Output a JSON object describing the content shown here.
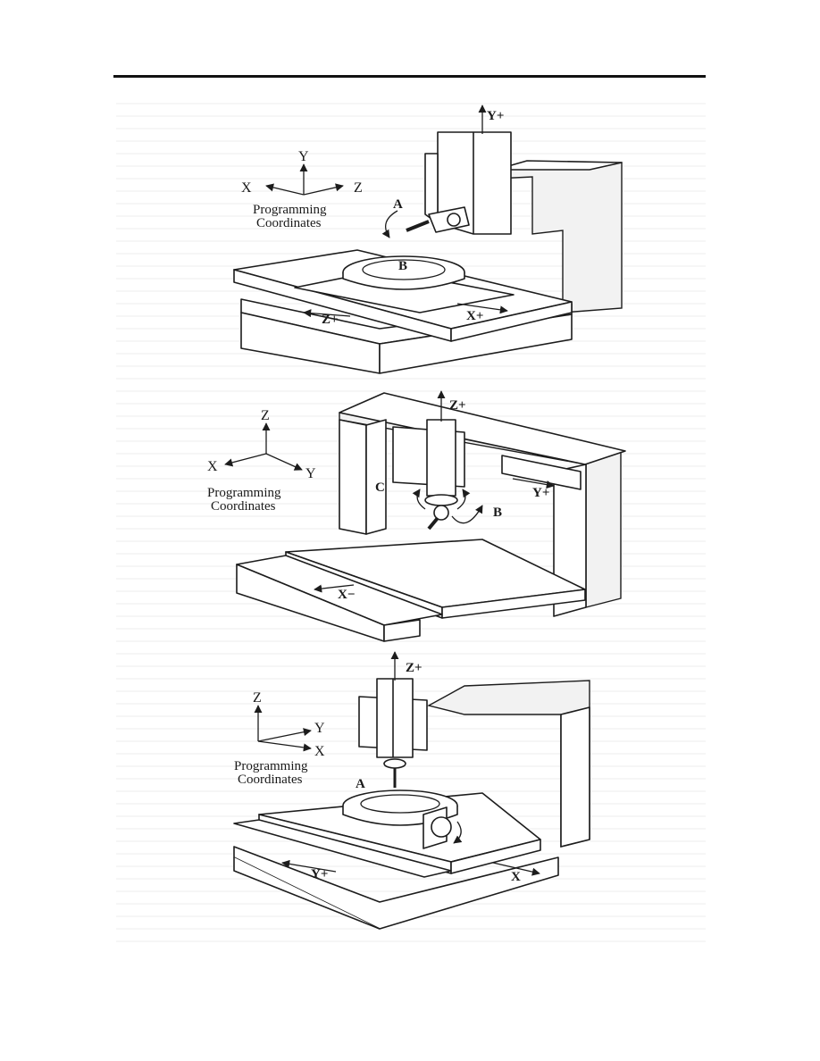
{
  "figures": [
    {
      "coord_labels": {
        "y": "Y",
        "x": "X",
        "z": "Z"
      },
      "caption": [
        "Programming",
        "Coordinates"
      ],
      "machine_labels": {
        "y_plus": "Y+",
        "a": "A",
        "b": "B",
        "z_plus": "Z+",
        "x_plus": "X+"
      }
    },
    {
      "coord_labels": {
        "z": "Z",
        "x": "X",
        "y": "Y"
      },
      "caption": [
        "Programming",
        "Coordinates"
      ],
      "machine_labels": {
        "z_plus": "Z+",
        "c": "C",
        "y_plus": "Y+",
        "b": "B",
        "x_minus": "X−"
      }
    },
    {
      "coord_labels": {
        "z": "Z",
        "y": "Y",
        "x": "X"
      },
      "caption": [
        "Programming",
        "Coordinates"
      ],
      "machine_labels": {
        "z_plus": "Z+",
        "a": "A",
        "y_plus": "Y+",
        "x": "X"
      }
    }
  ]
}
